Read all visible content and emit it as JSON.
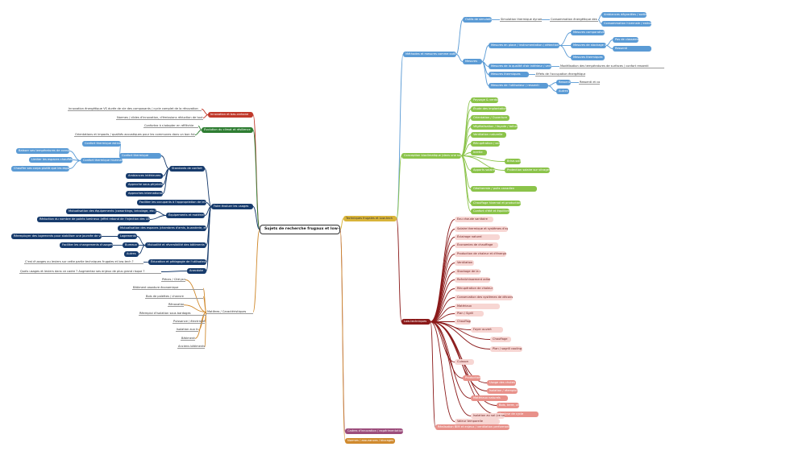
{
  "colors": {
    "red": "#c0392b",
    "green": "#2e7d32",
    "navy": "#173b6c",
    "orange": "#d08a2e",
    "gold": "#d9b43a",
    "blue": "#5b9bd5",
    "olive": "#8bc34a",
    "darkred": "#8b1a1a",
    "purple": "#9c4d7c",
    "salmon": "#e8918a"
  },
  "center": "Sujets de recherche frugaux et low-tech",
  "left": {
    "innovation": {
      "label": "Innovation et bas-carbone",
      "children": [
        "Innovation énergétique VS durée de vie des composants / cycle complet de la rénovation",
        "Normes / cibles d'innovation, d'émissions réduction de tout"
      ]
    },
    "climat": {
      "label": "Évolution du climat et résilience",
      "children": [
        "Confortez à s'adapter en réfléchie",
        "Orientations et impacts / qualités acoustiques pour les communes dans un bon futur ?"
      ]
    },
    "confort": {
      "label": "Standards de confort",
      "sub": "Confort thermique",
      "ete": "Confort thermique estival",
      "hiver": "Confort thermique hivernal",
      "hiver_items": [
        "Baisser ses températures de consigne",
        "Limiter les espaces chauffés",
        "Chauffer ses corps plutôt que les espaces"
      ],
      "items": [
        "Ambiances intérieures",
        "Approche sous-physiologique",
        "Approches internationales ?"
      ]
    },
    "usages": {
      "label": "Faire évoluer les usages",
      "items": [
        "Faciliter les occupants à l'appropriation de leur bâtiment",
        "Équipements et matériel",
        "Mutualisation des équipements (coworkings, bricolage, etc.)",
        "Réduction du nombre de points lumineux (effet rebond de l'injection des LED)",
        "Mutualisation des espaces (chambres d'amis, buanderie, etc.)",
        "Mutualité et réversibilité des bâtiments",
        "Logements",
        "Bureaux",
        "Autres",
        "Réemployer des logements pour stabiliser une journée de vie",
        "Faciliter les changements d'usages",
        "Éducation et pédagogie de l'utilisateur",
        "C'est d'usages ou leviers sur cette partie techniques frugales et low-tech ?"
      ]
    },
    "matieres": {
      "label": "Matières / Caractéristiques",
      "items": [
        "Pièces / Cité-jardin",
        "Bâtiment ossature économique",
        "Bois de palettes / chanvre",
        "Rénovation",
        "Réemploi d'isolation sous bardages",
        "Puissance / électricité",
        "Isolation aux trois positions",
        "Bâtiments",
        "Anciens bâtiments ?"
      ],
      "note": "Quels usages et leviers dans ce cadre ? Augmentez ses enjeux de plus grand risque ?"
    },
    "anecdote": "Anecdote"
  },
  "right": {
    "techniques": "Techniques frugales et Low-tech",
    "methodes": {
      "label": "Méthodes et mesures comme outil ?",
      "items": [
        "Outils de simulation",
        "Simulation thermique dynamique",
        "Consommation énergétique des bâtiments",
        "Ambiances dégradées / sorties hors secteur",
        "Consommation hivernale / estivale",
        "Mesures",
        "Mesures en place / instrumentation / détection",
        "Mesures comparatives",
        "Mesures de stockage d'énergie",
        "Mesures thermiques",
        "Mesures de la qualité d'air intérieur / ventilation",
        "Modélisation des températures de surfaces / confort ressenti",
        "Mesures thermiques",
        "Mesures de l'utilisateur / ressenti",
        "Effets de l'occupation énergétique",
        "Ressenti et comportement de l'occupant",
        "Ressenti",
        "Pas de classement",
        "Ressenti",
        "Autres"
      ]
    },
    "conception": {
      "label": "Conception bioclimatique (dans une sujet)",
      "items": [
        "Paysage & verdure",
        "Étude des implantations",
        "Orientation / Ouverture",
        "Végétalisation / façade / toiture",
        "Ventilation naturelle",
        "Récupération / occultation",
        "Inertie",
        "Apports solaires",
        "Brise-soleil",
        "Protection solaire sur vitrages et en toiture",
        "Géothermie / puits canadien",
        "Chauffage hivernal et production locale",
        "Confort d'été et équilibre entre les façades"
      ]
    },
    "lowtech": {
      "label": "Low-techniques",
      "items": [
        "Eau chaude sanitaire",
        "Solaire thermique et systèmes d'appoint",
        "Éclairage naturel",
        "Économies de chauffage",
        "Production de chaleur et d'énergie",
        "Ventilation",
        "Stockage de la chaleur",
        "Rafraîchissement adiabatique",
        "Récupération de chaleur fatale",
        "Conservation des systèmes de déconstruction",
        "Matériaux",
        "Plan / Sgrill",
        "Chauffage",
        "Foyer ouvert",
        "Chauffage",
        "Plan / sagrill cooling",
        "Cuisson",
        "Production",
        "Usage des chutes",
        "Isolation / réemploi",
        "Matériaux naturels",
        "Bois, terre, ventilé",
        "Analyse de cycle",
        "Valeur temporelle",
        "Isolation au sol (ce sans cette fermeture)",
        "Réalisation BIM et enjeux / ventilation performance ?"
      ]
    },
    "cadres": "Cadres d'innovation / expérimentation",
    "normes": "Normes / assurances / blocages"
  }
}
